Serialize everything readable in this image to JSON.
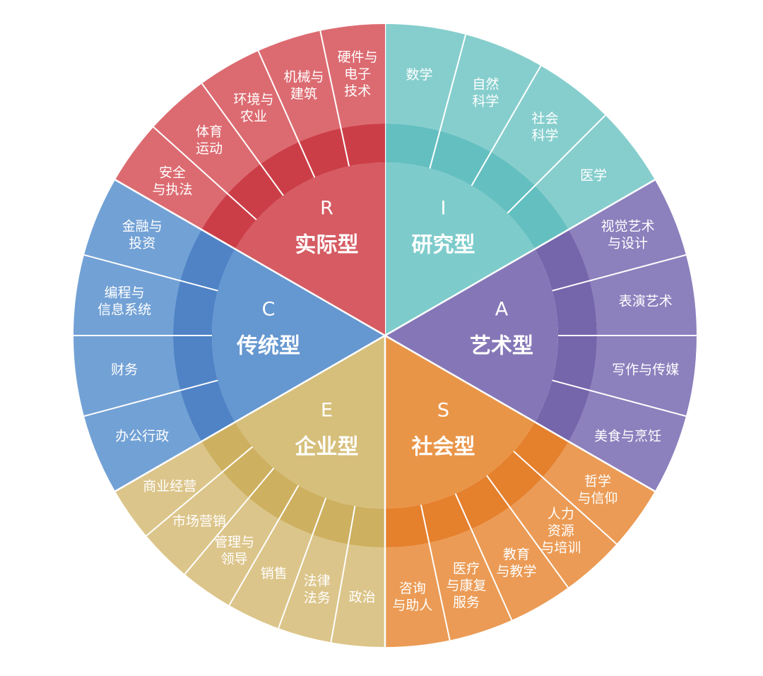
{
  "diagram": {
    "sectors": [
      {
        "code": "I",
        "name": "研究型",
        "colors": {
          "outer": "#86cecd",
          "ring": "#64bfc0",
          "inner": "#7ecbcb"
        },
        "fields": [
          {
            "lines": [
              "数学"
            ]
          },
          {
            "lines": [
              "自然",
              "科学"
            ]
          },
          {
            "lines": [
              "社会",
              "科学"
            ]
          },
          {
            "lines": [
              "医学"
            ]
          }
        ]
      },
      {
        "code": "A",
        "name": "艺术型",
        "colors": {
          "outer": "#8c80bd",
          "ring": "#7565ab",
          "inner": "#8577b7"
        },
        "fields": [
          {
            "lines": [
              "视觉艺术",
              "与设计"
            ]
          },
          {
            "lines": [
              "表演艺术"
            ]
          },
          {
            "lines": [
              "写作与传媒"
            ]
          },
          {
            "lines": [
              "美食与烹饪"
            ]
          }
        ]
      },
      {
        "code": "S",
        "name": "社会型",
        "colors": {
          "outer": "#eb9b55",
          "ring": "#e5802d",
          "inner": "#e99548"
        },
        "fields": [
          {
            "lines": [
              "哲学",
              "与信仰"
            ]
          },
          {
            "lines": [
              "人力",
              "资源",
              "与培训"
            ]
          },
          {
            "lines": [
              "教育",
              "与教学"
            ]
          },
          {
            "lines": [
              "医疗",
              "与康复",
              "服务"
            ]
          },
          {
            "lines": [
              "咨询",
              "与助人"
            ]
          }
        ]
      },
      {
        "code": "E",
        "name": "企业型",
        "colors": {
          "outer": "#dcc58a",
          "ring": "#cdb060",
          "inner": "#d6bf7b"
        },
        "fields": [
          {
            "lines": [
              "政治"
            ]
          },
          {
            "lines": [
              "法律",
              "法务"
            ]
          },
          {
            "lines": [
              "销售"
            ]
          },
          {
            "lines": [
              "管理与",
              "领导"
            ]
          },
          {
            "lines": [
              "市场营销"
            ]
          },
          {
            "lines": [
              "商业经营"
            ]
          }
        ]
      },
      {
        "code": "C",
        "name": "传统型",
        "colors": {
          "outer": "#72a1d5",
          "ring": "#4f83c6",
          "inner": "#6597d0"
        },
        "fields": [
          {
            "lines": [
              "办公行政"
            ]
          },
          {
            "lines": [
              "财务"
            ]
          },
          {
            "lines": [
              "编程与",
              "信息系统"
            ]
          },
          {
            "lines": [
              "金融与",
              "投资"
            ]
          }
        ]
      },
      {
        "code": "R",
        "name": "实际型",
        "colors": {
          "outer": "#dc6b71",
          "ring": "#cc3e47",
          "inner": "#d65b63"
        },
        "fields": [
          {
            "lines": [
              "安全",
              "与执法"
            ]
          },
          {
            "lines": [
              "体育",
              "运动"
            ]
          },
          {
            "lines": [
              "环境与",
              "农业"
            ]
          },
          {
            "lines": [
              "机械与",
              "建筑"
            ]
          },
          {
            "lines": [
              "硬件与",
              "电子",
              "技术"
            ]
          }
        ]
      }
    ]
  }
}
